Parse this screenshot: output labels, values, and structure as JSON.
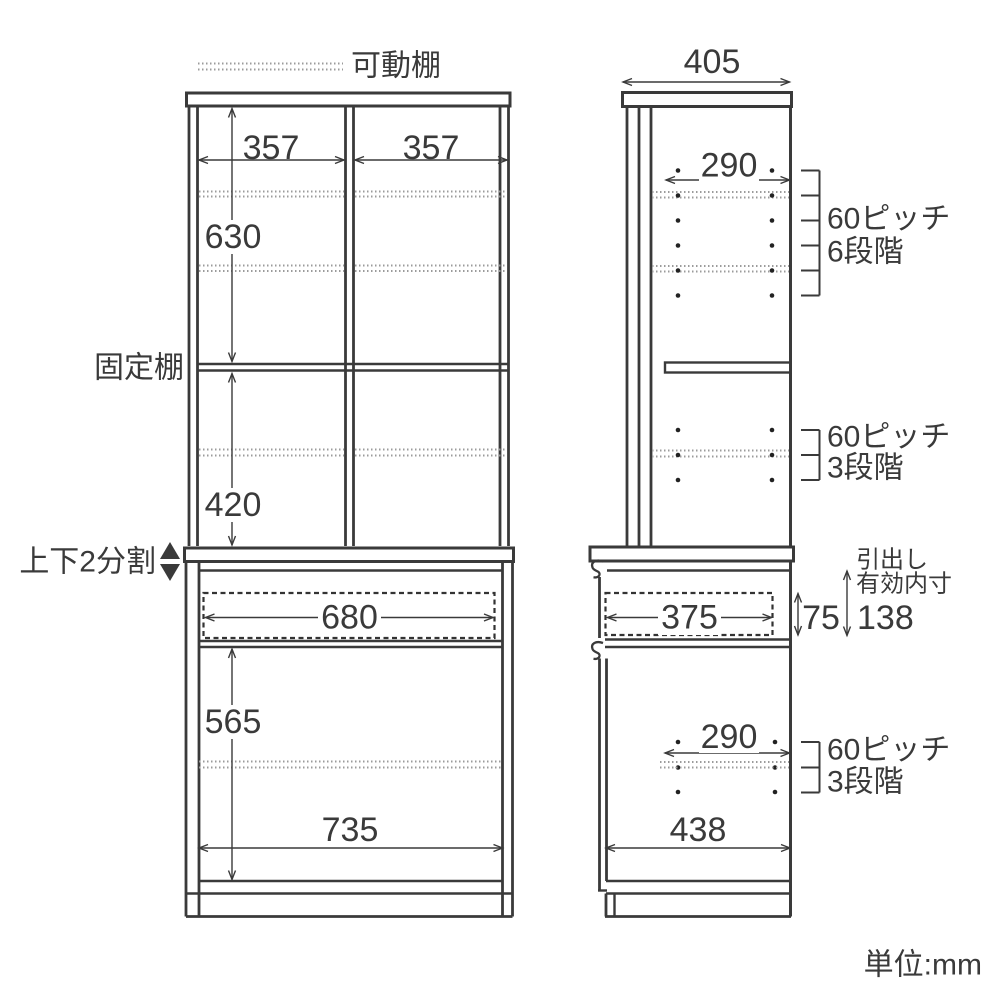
{
  "diagram": {
    "unit_note": "単位:mm",
    "legend": {
      "movable_shelf": "可動棚"
    },
    "front_view": {
      "left_column_width": "357",
      "right_column_width": "357",
      "upper_inner_height": "630",
      "fixed_shelf_label": "固定棚",
      "lower_inner_height": "420",
      "split_label": "上下2分割",
      "drawer_inner_width": "680",
      "base_inner_height": "565",
      "base_inner_width": "735"
    },
    "side_view": {
      "total_depth": "405",
      "upper_shelf_depth": "290",
      "upper_pitch_line1": "60ピッチ",
      "upper_pitch_line2": "6段階",
      "middle_pitch_line1": "60ピッチ",
      "middle_pitch_line2": "3段階",
      "drawer_inner_depth": "375",
      "drawer_inner_height": "75",
      "drawer_note_line1": "引出し",
      "drawer_note_line2": "有効内寸",
      "drawer_effective_height": "138",
      "lower_shelf_depth": "290",
      "lower_pitch_line1": "60ピッチ",
      "lower_pitch_line2": "3段階",
      "base_depth": "438"
    }
  }
}
